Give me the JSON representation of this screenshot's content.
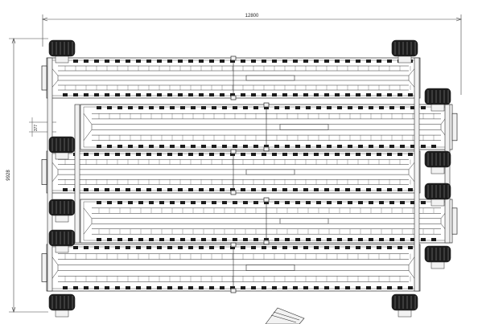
{
  "drawing": {
    "overall_width_label": "12800",
    "overall_height_label": "9928",
    "offset_label": "377",
    "colors": {
      "line": "#2a2a2a",
      "wheel": "#1c1c1c",
      "fill_light": "#f2f2f2",
      "background": "#ffffff"
    }
  }
}
